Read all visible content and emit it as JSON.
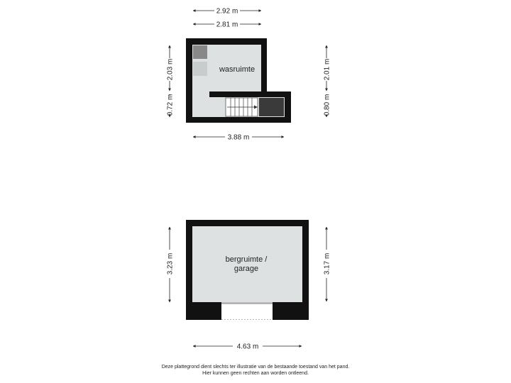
{
  "colors": {
    "wall": "#111111",
    "floor": "#dde1e2",
    "appliance_dark": "#888888",
    "appliance_light": "#c8cccd",
    "stair_dark": "#3a3a3a",
    "line": "#222222"
  },
  "upper_plan": {
    "room_label": "wasruimte",
    "dims": {
      "top_outer": "2.92 m",
      "top_inner": "2.81 m",
      "left_upper": "2.03 m",
      "left_lower": "0.72 m",
      "right": "2.01 m",
      "right_lower": "0.80 m",
      "bottom": "3.88 m"
    },
    "icons": [
      "washer-icon",
      "dryer-icon",
      "stair-icon"
    ]
  },
  "lower_plan": {
    "room_label_line1": "bergruimte /",
    "room_label_line2": "garage",
    "dims": {
      "left": "3.23 m",
      "right": "3.17 m",
      "bottom": "4.63 m"
    },
    "icons": [
      "door-opening-icon"
    ]
  },
  "disclaimer": {
    "line1": "Deze plattegrond dient slechts ter illustratie van de bestaande toestand van het pand.",
    "line2": "Hier kunnen geen rechten aan worden ontleend."
  }
}
